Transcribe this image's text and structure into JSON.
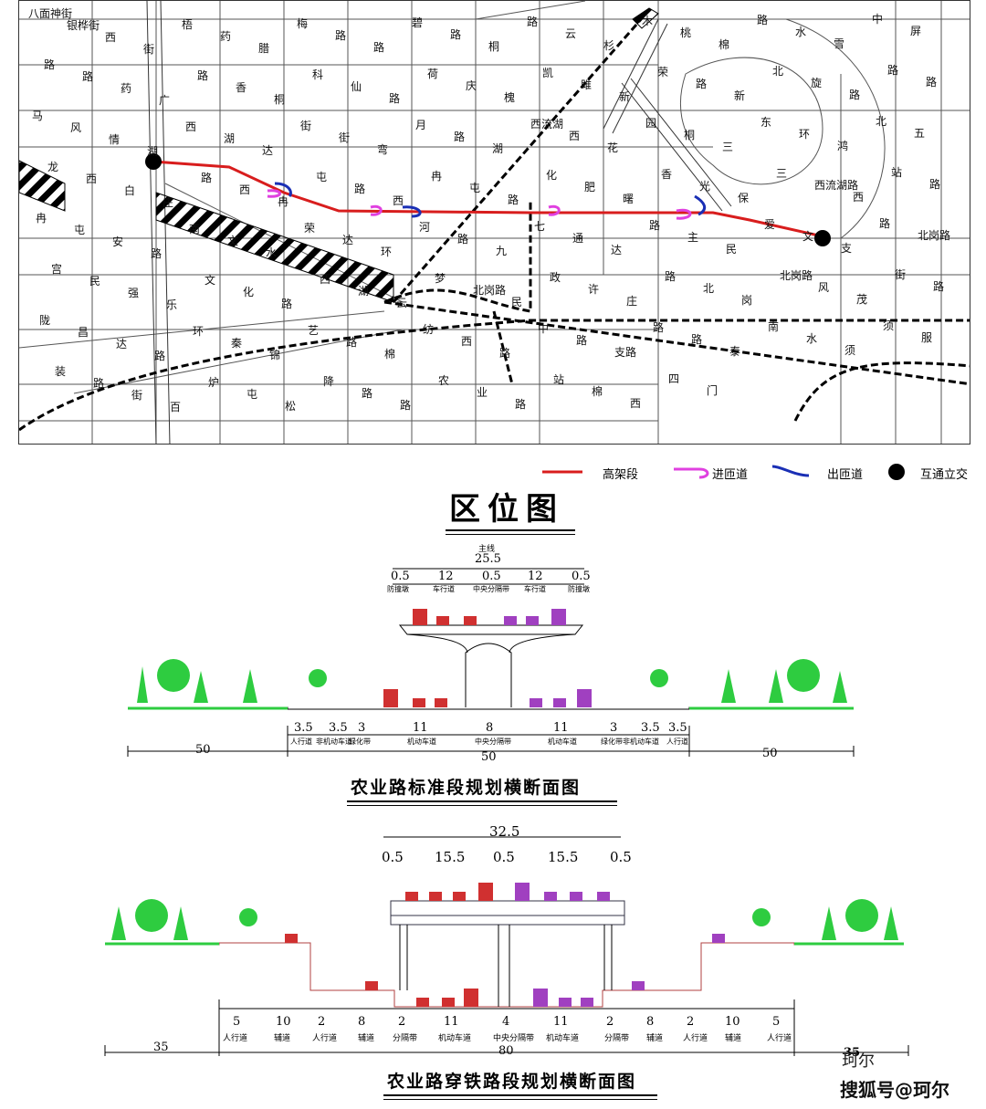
{
  "map": {
    "labels": [
      "八面神街",
      "银桦街",
      "西",
      "街",
      "梧",
      "药",
      "腊",
      "梅",
      "路",
      "路",
      "碧",
      "路",
      "桐",
      "路",
      "云",
      "杉",
      "木",
      "桃",
      "棉",
      "路",
      "水",
      "雪",
      "中",
      "屏",
      "路",
      "路",
      "药",
      "广",
      "路",
      "香",
      "桐",
      "科",
      "仙",
      "路",
      "荷",
      "庆",
      "槐",
      "凯",
      "雎",
      "新",
      "荣",
      "路",
      "新",
      "北",
      "旋",
      "路",
      "路",
      "路",
      "马",
      "风",
      "情",
      "湖",
      "西",
      "湖",
      "达",
      "街",
      "街",
      "弯",
      "月",
      "路",
      "湖",
      "西流湖",
      "西",
      "花",
      "园",
      "桐",
      "三",
      "东",
      "环",
      "鸿",
      "北",
      "五",
      "龙",
      "西",
      "白",
      "庄",
      "路",
      "西",
      "冉",
      "屯",
      "路",
      "西",
      "冉",
      "屯",
      "路",
      "化",
      "肥",
      "曙",
      "香",
      "光",
      "保",
      "三",
      "西流湖路",
      "西",
      "站",
      "路",
      "冉",
      "屯",
      "安",
      "路",
      "南",
      "文",
      "水",
      "荣",
      "达",
      "环",
      "河",
      "路",
      "九",
      "七",
      "通",
      "达",
      "路",
      "主",
      "民",
      "爱",
      "文",
      "支",
      "路",
      "北岗路",
      "宫",
      "民",
      "强",
      "乐",
      "文",
      "化",
      "路",
      "西",
      "湖",
      "云",
      "梦",
      "北岗路",
      "民",
      "政",
      "许",
      "庄",
      "路",
      "北",
      "岗",
      "北岗路",
      "风",
      "茂",
      "街",
      "路",
      "陇",
      "昌",
      "达",
      "路",
      "环",
      "秦",
      "锦",
      "艺",
      "路",
      "棉",
      "纺",
      "西",
      "路",
      "中",
      "路",
      "支路",
      "路",
      "路",
      "泰",
      "南",
      "水",
      "须",
      "须",
      "服",
      "装",
      "路",
      "街",
      "百",
      "炉",
      "屯",
      "松",
      "降",
      "路",
      "路",
      "农",
      "业",
      "路",
      "站",
      "棉",
      "西",
      "四",
      "门"
    ]
  },
  "legend": {
    "elevated": "高架段",
    "on_ramp": "进匝道",
    "off_ramp": "出匝道",
    "interchange": "互通立交",
    "colors": {
      "elevated": "#d81d1d",
      "on_ramp": "#e040e0",
      "off_ramp": "#1a2fb5",
      "interchange": "#000000"
    }
  },
  "titles": {
    "location": "区位图",
    "standard": "农业路标准段规划横断面图",
    "rail": "农业路穿铁路段规划横断面图"
  },
  "standard_section": {
    "mainline_label": "主线",
    "mainline_width": "25.5",
    "top_dims": [
      "0.5",
      "12",
      "0.5",
      "12",
      "0.5"
    ],
    "top_names": [
      "防撞墩",
      "车行道",
      "中央分隔带",
      "车行道",
      "防撞墩"
    ],
    "bottom_dims": [
      "3.5",
      "3.5",
      "3",
      "11",
      "8",
      "11",
      "3",
      "3.5",
      "3.5"
    ],
    "bottom_names": [
      "人行道",
      "非机动车道",
      "绿化带",
      "机动车道",
      "中央分隔带",
      "机动车道",
      "绿化带",
      "非机动车道",
      "人行道"
    ],
    "widths": [
      "50",
      "50",
      "50"
    ]
  },
  "rail_section": {
    "total_top": "32.5",
    "top_dims": [
      "0.5",
      "15.5",
      "0.5",
      "15.5",
      "0.5"
    ],
    "bottom_dims": [
      "5",
      "10",
      "2",
      "8",
      "2",
      "11",
      "4",
      "11",
      "2",
      "8",
      "2",
      "10",
      "5"
    ],
    "bottom_names": [
      "人行道",
      "辅道",
      "人行道",
      "辅道",
      "分隔带",
      "机动车道",
      "中央分隔带",
      "机动车道",
      "分隔带",
      "辅道",
      "人行道",
      "辅道",
      "人行道"
    ],
    "widths": [
      "35",
      "80",
      "35"
    ]
  },
  "watermark": {
    "logo_text": "珂尔",
    "text": "搜狐号@珂尔"
  }
}
